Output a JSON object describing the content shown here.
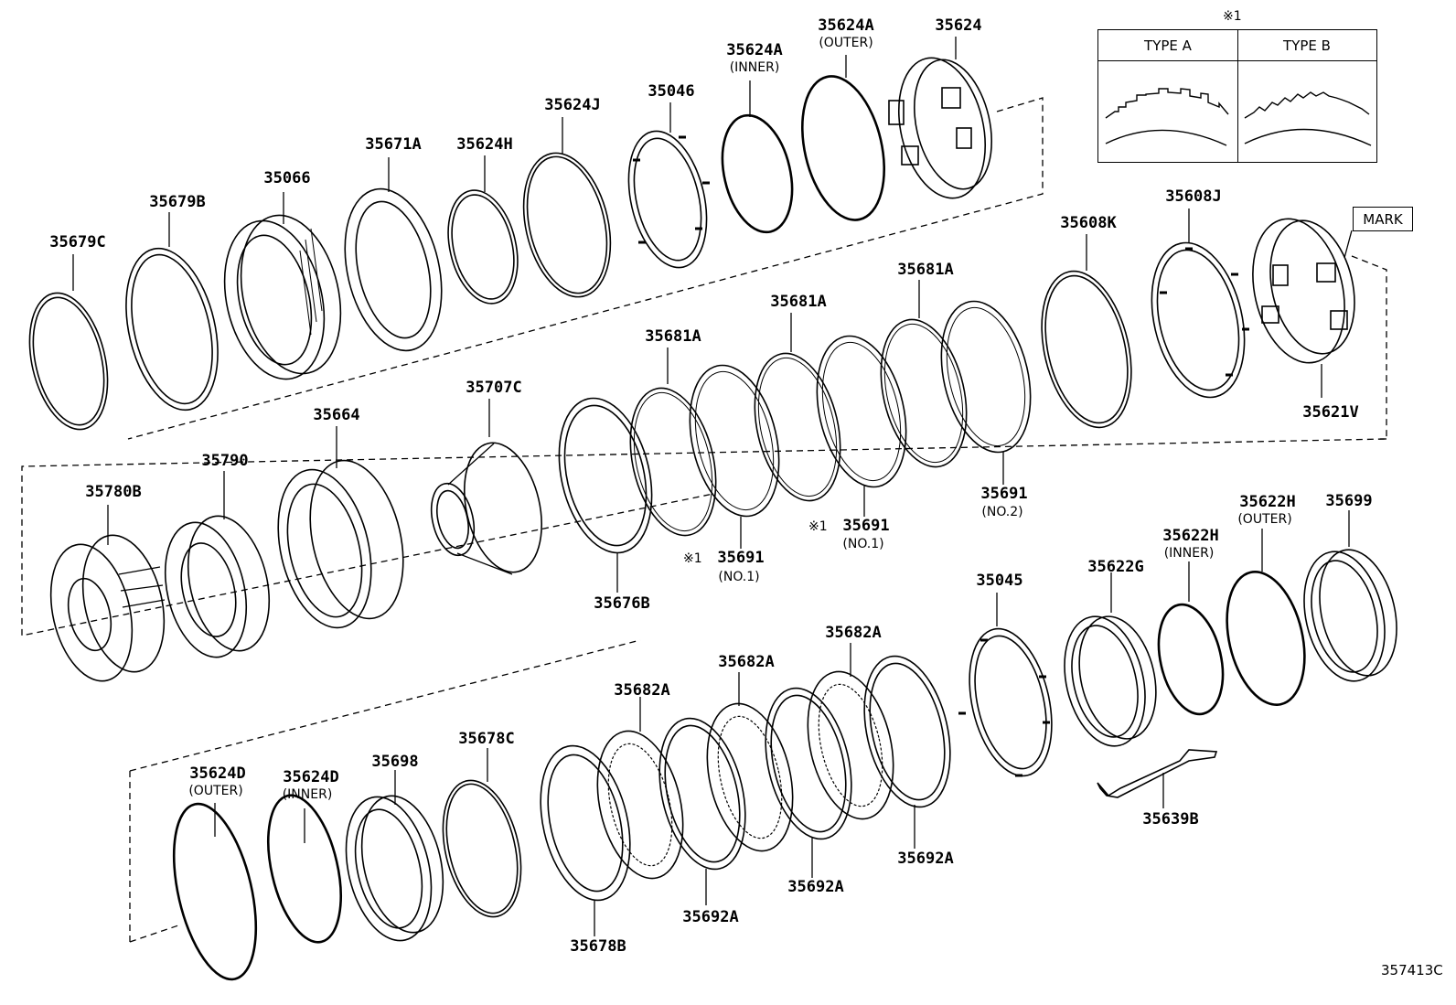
{
  "diagram_code": "357413C",
  "legend": {
    "mark": "※1",
    "type_a": "TYPE A",
    "type_b": "TYPE B"
  },
  "mark_label": "MARK",
  "parts": {
    "p35679C": "35679C",
    "p35679B": "35679B",
    "p35066": "35066",
    "p35671A": "35671A",
    "p35624H": "35624H",
    "p35624J": "35624J",
    "p35046": "35046",
    "p35624A_inner": "35624A",
    "p35624A_inner_note": "(INNER)",
    "p35624A_outer": "35624A",
    "p35624A_outer_note": "(OUTER)",
    "p35624": "35624",
    "p35608K": "35608K",
    "p35608J": "35608J",
    "p35621V": "35621V",
    "p35681A_1": "35681A",
    "p35681A_2": "35681A",
    "p35681A_3": "35681A",
    "p35707C": "35707C",
    "p35664": "35664",
    "p35790": "35790",
    "p35780B": "35780B",
    "p35676B": "35676B",
    "p35691_a": "35691",
    "p35691_a_mark": "※1",
    "p35691_a_note": "(NO.1)",
    "p35691_b": "35691",
    "p35691_b_mark": "※1",
    "p35691_b_note": "(NO.1)",
    "p35691_c": "35691",
    "p35691_c_note": "(NO.2)",
    "p35045": "35045",
    "p35622G": "35622G",
    "p35622H_inner": "35622H",
    "p35622H_inner_note": "(INNER)",
    "p35622H_outer": "35622H",
    "p35622H_outer_note": "(OUTER)",
    "p35699": "35699",
    "p35639B": "35639B",
    "p35682A_1": "35682A",
    "p35682A_2": "35682A",
    "p35682A_3": "35682A",
    "p35692A_1": "35692A",
    "p35692A_2": "35692A",
    "p35692A_3": "35692A",
    "p35624D_outer": "35624D",
    "p35624D_outer_note": "(OUTER)",
    "p35624D_inner": "35624D",
    "p35624D_inner_note": "(INNER)",
    "p35698": "35698",
    "p35678C": "35678C",
    "p35678B": "35678B"
  }
}
